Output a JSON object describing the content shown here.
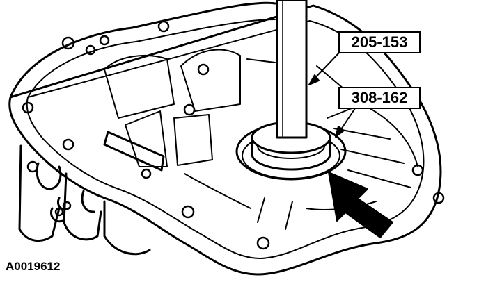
{
  "diagram": {
    "callouts": [
      {
        "id": "tool-shaft",
        "label": "205-153"
      },
      {
        "id": "seal-installer",
        "label": "308-162"
      }
    ],
    "figure_id": "A0019612"
  },
  "colors": {
    "ink": "#000000",
    "paper": "#ffffff"
  }
}
